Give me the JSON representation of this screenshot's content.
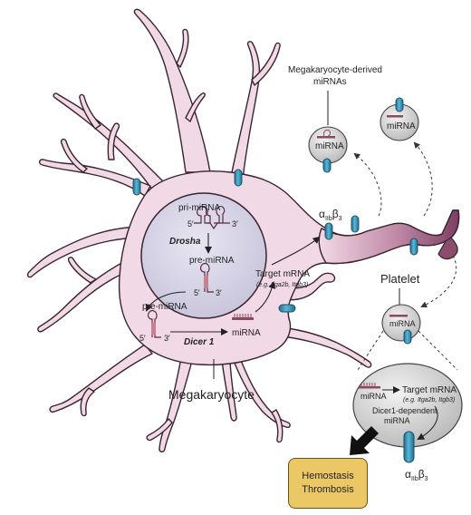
{
  "labels": {
    "pri_mirna": "pri-miRNA",
    "drosha": "Drosha",
    "pre_mirna_nucleus": "pre-miRNA",
    "pre_mirna_cytoplasm": "pre-miRNA",
    "dicer": "Dicer 1",
    "mirna_cytoplasm": "miRNA",
    "target_mrna": "Target mRNA",
    "target_mrna_example": "(e.g. Itga2b, Itgb3)",
    "megakaryocyte": "Megakaryocyte",
    "mk_derived_title": "Megakaryocyte-derived",
    "mk_derived_sub": "miRNAs",
    "mirna_vesicle_1": "miRNA",
    "mirna_vesicle_2": "miRNA",
    "platelet": "Platelet",
    "mirna_platelet": "miRNA",
    "inset_mirna": "miRNA",
    "inset_target_mrna": "Target mRNA",
    "inset_target_example": "(e.g. Itga2b, Itgb3)",
    "dicer1_dependent": "Dicer1-dependent",
    "dicer1_dependent_sub": "miRNA",
    "alpha": "α",
    "alpha_sub": "IIb",
    "beta": "β",
    "beta_sub": "3",
    "five_prime": "5′",
    "three_prime": "3′"
  },
  "outcome": {
    "line1": "Hemostasis",
    "line2": "Thrombosis"
  },
  "colors": {
    "cell_fill": "#f2d9e6",
    "cell_stroke": "#3a2330",
    "nucleus_fill": "#d6d4e6",
    "proplatelet": "#8b4d6e",
    "vesicle": "#d9d9d9",
    "receptor": "#3a94b8",
    "outcome_box": "#ecc766"
  }
}
